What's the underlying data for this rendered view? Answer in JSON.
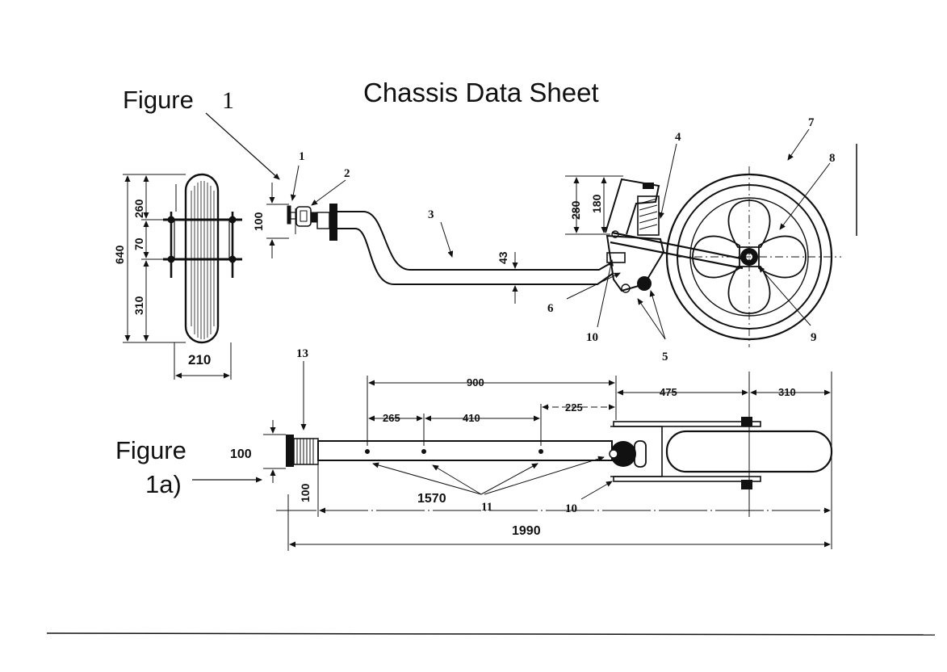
{
  "sheet": {
    "title": "Chassis Data Sheet",
    "figure1_label": "Figure",
    "figure1_number": "1",
    "figure1a_line1": "Figure",
    "figure1a_line2": "1a)"
  },
  "callouts": [
    "1",
    "2",
    "3",
    "4",
    "5",
    "6",
    "7",
    "8",
    "9",
    "10",
    "10",
    "11",
    "13"
  ],
  "dimensions": {
    "end_view": {
      "total": "640",
      "upper": "260",
      "middle": "70",
      "lower": "310",
      "width": "210"
    },
    "side_view": {
      "coupling_height": "100",
      "tube_thickness": "43",
      "arm_280": "280",
      "arm_180": "180"
    },
    "plan_view": {
      "d900": "900",
      "d265": "265",
      "d410": "410",
      "d225": "225",
      "d475": "475",
      "d310": "310",
      "d1570": "1570",
      "d1990": "1990",
      "coupling_width": "100",
      "coupling_length": "100"
    }
  },
  "icons": [
    "wheel-icon",
    "coupling-icon",
    "arrow-icon"
  ]
}
